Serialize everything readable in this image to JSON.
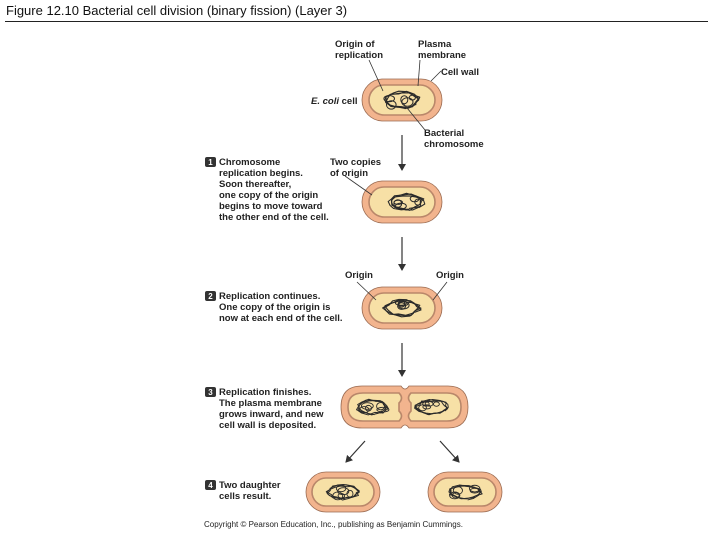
{
  "title": "Figure 12.10  Bacterial cell division (binary fission) (Layer 3)",
  "labels": {
    "origin_line1": "Origin of",
    "origin_line2": "replication",
    "plasma_line1": "Plasma",
    "plasma_line2": "membrane",
    "cell_wall": "Cell wall",
    "ecoli_italic": "E. coli",
    "ecoli_rest": " cell",
    "bacterial_line1": "Bacterial",
    "bacterial_line2": "chromosome",
    "two_copies_line1": "Two copies",
    "two_copies_line2": "of origin",
    "origin_left": "Origin",
    "origin_right": "Origin"
  },
  "steps": [
    {
      "number": "1",
      "lines": [
        "Chromosome",
        "replication begins.",
        "Soon thereafter,",
        "one copy of the origin",
        "begins to move toward",
        "the other end of the cell."
      ]
    },
    {
      "number": "2",
      "lines": [
        "Replication continues.",
        "One copy of the origin is",
        "now at each end of the cell."
      ]
    },
    {
      "number": "3",
      "lines": [
        "Replication finishes.",
        "The plasma membrane",
        "grows inward, and new",
        "cell wall is deposited."
      ]
    },
    {
      "number": "4",
      "lines": [
        "Two daughter",
        "cells result."
      ]
    }
  ],
  "copyright": "Copyright © Pearson Education, Inc., publishing as Benjamin Cummings.",
  "colors": {
    "cell_wall": "#f2b48e",
    "membrane": "#b9876a",
    "cytoplasm": "#f7e0a6",
    "chromosome": "#2a2a2a",
    "arrow": "#333333"
  }
}
